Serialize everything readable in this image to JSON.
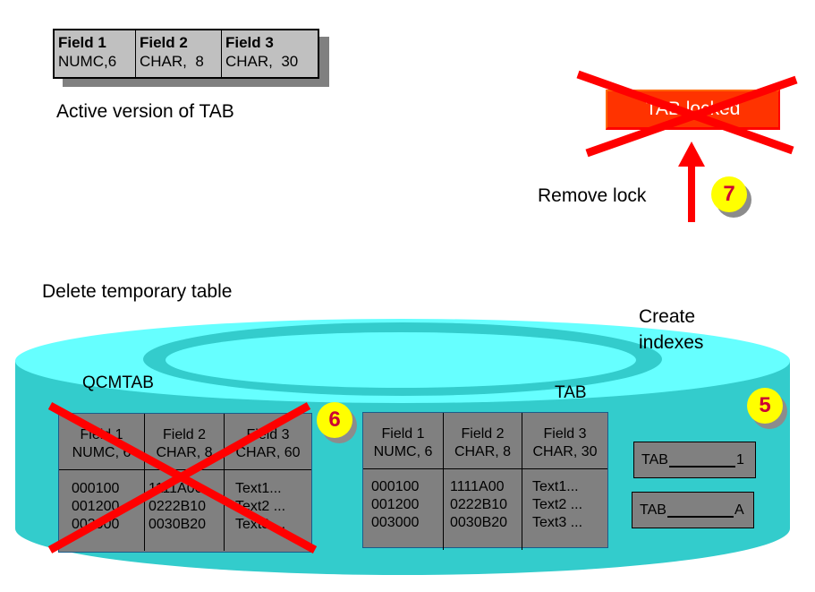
{
  "active_table": {
    "columns": [
      {
        "name": "Field 1",
        "type": "NUMC,6"
      },
      {
        "name": "Field 2",
        "type": "CHAR,  8"
      },
      {
        "name": "Field 3",
        "type": "CHAR,  30"
      }
    ],
    "caption": "Active version of TAB"
  },
  "lock": {
    "label": "TAB locked",
    "status": "crossed-out",
    "action_label": "Remove lock",
    "step": "7"
  },
  "delete_label": "Delete temporary table",
  "create_indexes_label": "Create\nindexes",
  "create_indexes_lines": [
    "Create",
    "indexes"
  ],
  "temp_table": {
    "title": "QCMTAB",
    "status": "crossed-out",
    "step": "6",
    "columns": [
      {
        "name": "Field 1",
        "type": "NUMC, 6",
        "rows": [
          "000100",
          "001200",
          "003000"
        ]
      },
      {
        "name": "Field 2",
        "type": "CHAR, 8",
        "rows": [
          "1111A00",
          "0222B10",
          "0030B20"
        ]
      },
      {
        "name": "Field 3",
        "type": "CHAR, 60",
        "rows": [
          "Text1...",
          "Text2 ...",
          "Text3 ..."
        ]
      }
    ]
  },
  "new_table": {
    "title": "TAB",
    "columns": [
      {
        "name": "Field 1",
        "type": "NUMC, 6",
        "rows": [
          "000100",
          "001200",
          "003000"
        ]
      },
      {
        "name": "Field 2",
        "type": "CHAR, 8",
        "rows": [
          "1111A00",
          "0222B10",
          "0030B20"
        ]
      },
      {
        "name": "Field 3",
        "type": "CHAR, 30",
        "rows": [
          "Text1...",
          "Text2 ...",
          "Text3 ..."
        ]
      }
    ]
  },
  "indexes": {
    "step": "5",
    "items": [
      {
        "prefix": "TAB",
        "suffix": "1"
      },
      {
        "prefix": "TAB",
        "suffix": "A"
      }
    ]
  },
  "colors": {
    "cylinder_top": "#66ffff",
    "cylinder_side": "#33cccc",
    "cross": "#ff0000",
    "lock_fill": "#ff3300",
    "badge_fill": "#ffff00",
    "badge_text": "#cc0033",
    "table_grey": "#808080"
  }
}
